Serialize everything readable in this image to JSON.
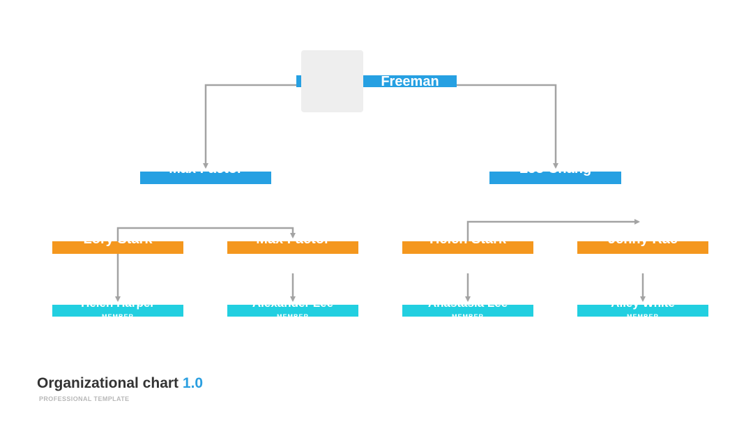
{
  "chart": {
    "title": "Organizational chart",
    "version": "1.0",
    "subtitle": "PROFESSIONAL TEMPLATE"
  },
  "root": {
    "name": "Freeman"
  },
  "managers": [
    {
      "name": "Max Factor"
    },
    {
      "name": "Leo Chang"
    }
  ],
  "leads": [
    {
      "name": "Lory Stark"
    },
    {
      "name": "Max Factor"
    },
    {
      "name": "Helen Stark"
    },
    {
      "name": "Jenny Rae"
    }
  ],
  "staff": [
    {
      "name": "Helen Harper",
      "role": "MEMBER"
    },
    {
      "name": "Alexander Lee",
      "role": "MEMBER"
    },
    {
      "name": "Anastasia Lee",
      "role": "MEMBER"
    },
    {
      "name": "Alley White",
      "role": "MEMBER"
    }
  ],
  "colors": {
    "level_top": "#26a0e2",
    "level_lead": "#f4971e",
    "level_staff": "#22cfe0",
    "connector": "#a3a3a3",
    "accent": "#2b9fe0"
  }
}
